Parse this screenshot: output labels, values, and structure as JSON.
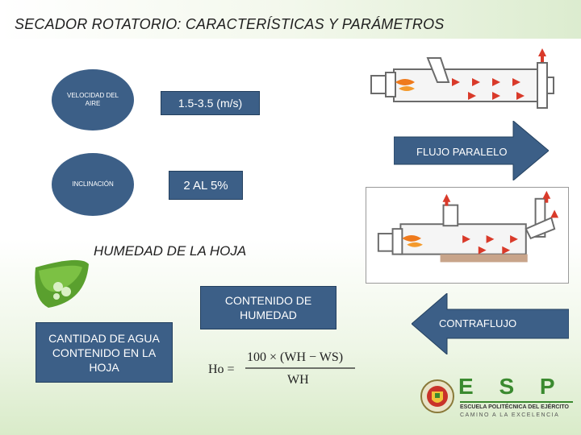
{
  "slide": {
    "title": "SECADOR ROTATORIO: CARACTERÍSTICAS Y PARÁMETROS"
  },
  "params": {
    "velocidad_label": "VELOCIDAD DEL AIRE",
    "velocidad_value": "1.5-3.5 (m/s)",
    "inclinacion_label": "INCLINACIÓN",
    "inclinacion_value": "2 AL 5%"
  },
  "flows": {
    "paralelo": "FLUJO PARALELO",
    "contraflujo": "CONTRAFLUJO"
  },
  "humedad": {
    "title": "HUMEDAD DE LA HOJA",
    "contenido": "CONTENIDO DE HUMEDAD",
    "cantidad": "CANTIDAD DE AGUA CONTENIDO EN LA HOJA",
    "formula_lhs": "Ho =",
    "formula_num": "100 × (WH − WS)",
    "formula_den": "WH"
  },
  "logo": {
    "name": "E S P E",
    "line1": "ESCUELA POLITÉCNICA DEL EJÉRCITO",
    "line2": "CAMINO A LA EXCELENCIA"
  },
  "colors": {
    "box_blue": "#3c5f87",
    "flame_orange": "#ef7a1c",
    "arrow_red": "#d93a2a",
    "espe_green": "#3a8a2f"
  }
}
